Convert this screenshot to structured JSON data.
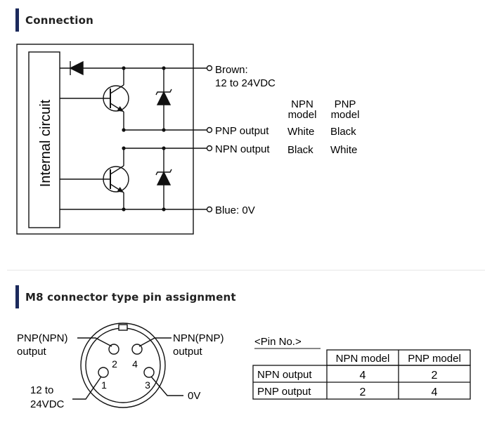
{
  "sections": {
    "connection_title": "Connection",
    "m8_title": "M8 connector type pin assignment"
  },
  "circuit": {
    "internal_label": "Internal circuit",
    "brown_label": "Brown:",
    "brown_voltage": "12 to 24VDC",
    "pnp_output": "PNP output",
    "npn_output": "NPN output",
    "blue_label": "Blue: 0V",
    "col_npn_line1": "NPN",
    "col_npn_line2": "model",
    "col_pnp_line1": "PNP",
    "col_pnp_line2": "model",
    "pnp_row_npn": "White",
    "pnp_row_pnp": "Black",
    "npn_row_npn": "Black",
    "npn_row_pnp": "White"
  },
  "connector": {
    "label_pnp_npn_line1": "PNP(NPN)",
    "label_pnp_npn_line2": "output",
    "label_npn_pnp_line1": "NPN(PNP)",
    "label_npn_pnp_line2": "output",
    "label_supply_line1": "12 to",
    "label_supply_line2": "24VDC",
    "label_0v": "0V",
    "pin1": "1",
    "pin2": "2",
    "pin3": "3",
    "pin4": "4"
  },
  "pin_table": {
    "caption": "<Pin No.>",
    "headers": [
      "NPN model",
      "PNP model"
    ],
    "rows": [
      {
        "label": "NPN output",
        "npn": "4",
        "pnp": "2"
      },
      {
        "label": "PNP output",
        "npn": "2",
        "pnp": "4"
      }
    ]
  }
}
